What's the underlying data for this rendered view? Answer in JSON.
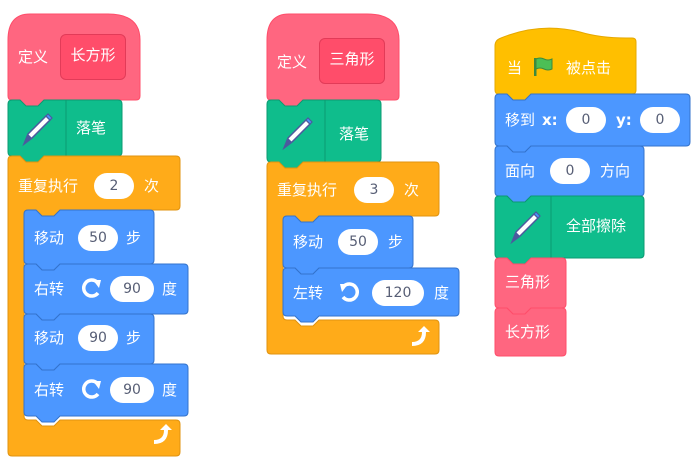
{
  "colors": {
    "my_blocks": "#ff6680",
    "my_blocks_dark": "#ff4d6a",
    "pen": "#0fbd8c",
    "control": "#ffab19",
    "motion": "#4c97ff",
    "events": "#ffbf00",
    "white": "#ffffff"
  },
  "scripts": [
    {
      "name": "rectangle-script",
      "define_label": "定义",
      "define_name": "长方形",
      "pen_down_label": "落笔",
      "repeat_label": "重复执行",
      "repeat_count": "2",
      "repeat_suffix": "次",
      "steps": [
        {
          "label": "移动",
          "value": "50",
          "suffix": "步"
        },
        {
          "label": "右转",
          "icon": "rotate-right-icon",
          "value": "90",
          "suffix": "度"
        },
        {
          "label": "移动",
          "value": "90",
          "suffix": "步"
        },
        {
          "label": "右转",
          "icon": "rotate-right-icon",
          "value": "90",
          "suffix": "度"
        }
      ]
    },
    {
      "name": "triangle-script",
      "define_label": "定义",
      "define_name": "三角形",
      "pen_down_label": "落笔",
      "repeat_label": "重复执行",
      "repeat_count": "3",
      "repeat_suffix": "次",
      "steps": [
        {
          "label": "移动",
          "value": "50",
          "suffix": "步"
        },
        {
          "label": "左转",
          "icon": "rotate-left-icon",
          "value": "120",
          "suffix": "度"
        }
      ]
    },
    {
      "name": "main-script",
      "hat_prefix": "当",
      "hat_suffix": "被点击",
      "goto_label": "移到",
      "goto_x_label": "x:",
      "goto_x": "0",
      "goto_y_label": "y:",
      "goto_y": "0",
      "point_label": "面向",
      "point_value": "0",
      "point_suffix": "方向",
      "erase_label": "全部擦除",
      "call_1": "三角形",
      "call_2": "长方形"
    }
  ]
}
